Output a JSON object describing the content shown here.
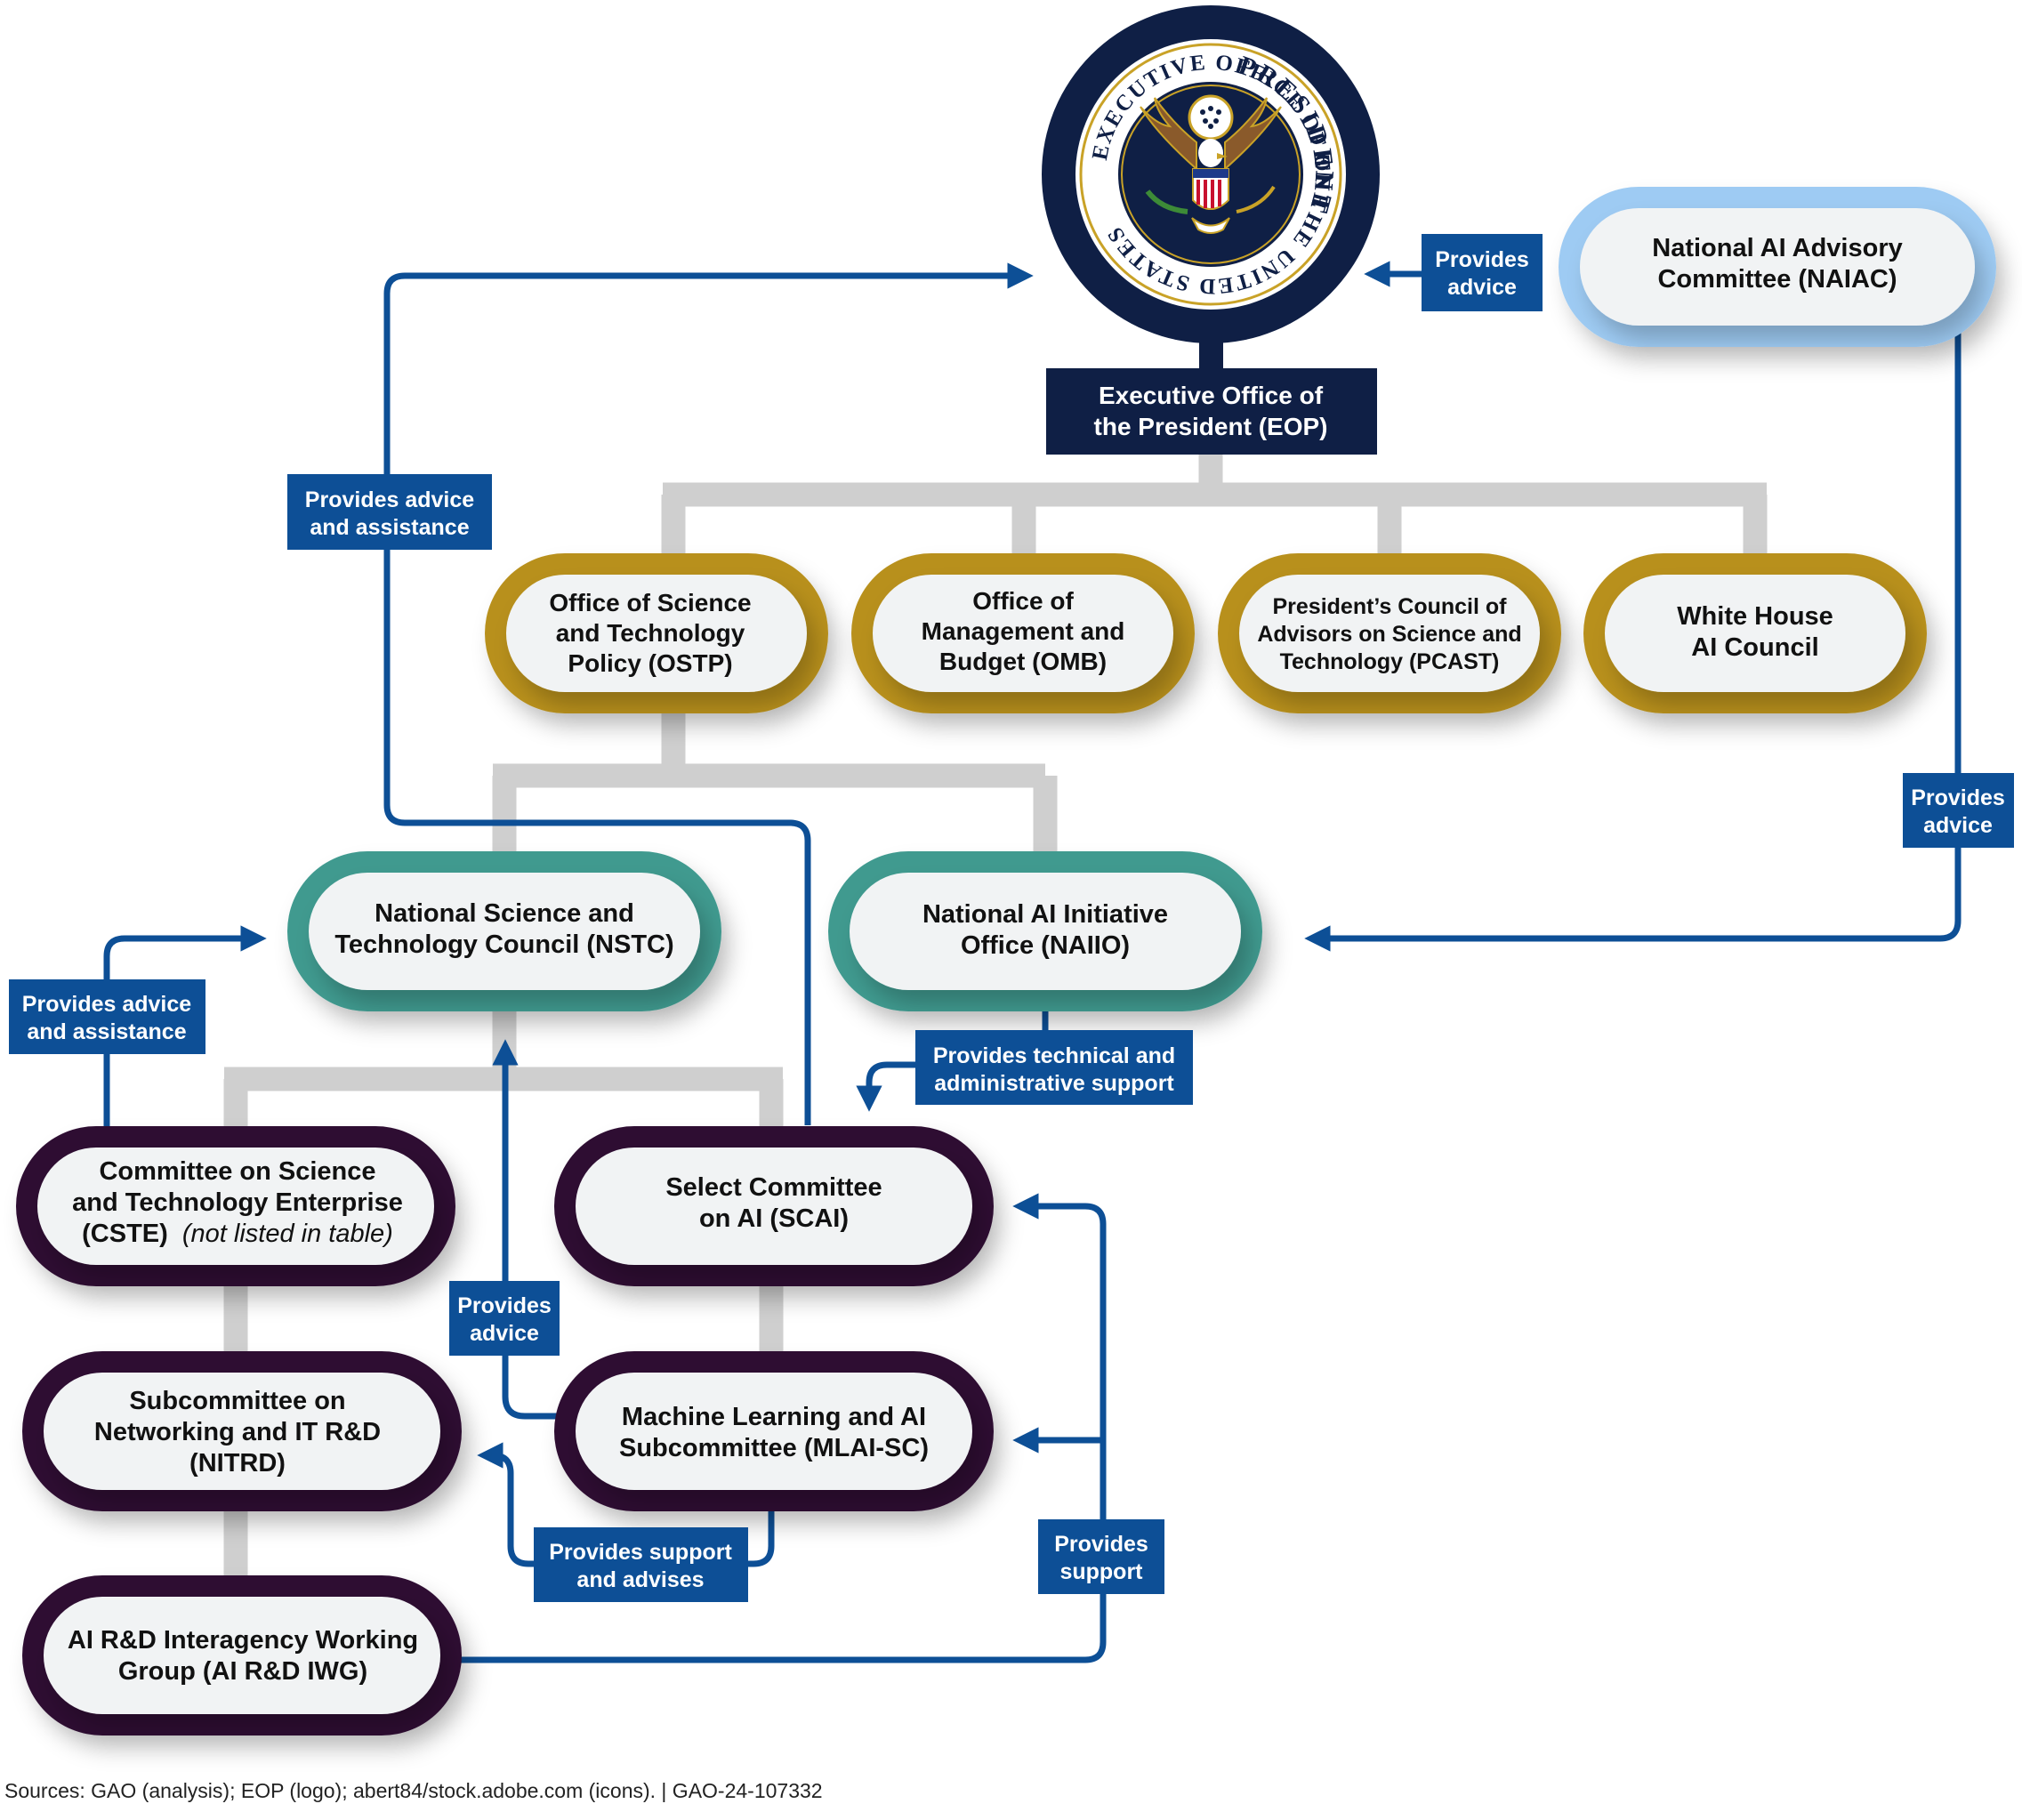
{
  "colors": {
    "navy": "#0f1f45",
    "arrow_blue": "#0d4f96",
    "label_blue": "#0d4f96",
    "connector_gray": "#cfcfcf",
    "gold": "#b8901f",
    "teal": "#3f9a8f",
    "plum": "#2f0f33",
    "light_blue": "#9ecbf3",
    "pill_fill": "#f1f3f4",
    "seal_gold": "#c9a227"
  },
  "seal": {
    "icon": "presidential-seal-icon",
    "ring_top": "PRESIDENT",
    "ring_left": "EXECUTIVE OFFICE OF THE",
    "ring_right": "OF THE UNITED STATES"
  },
  "eop": {
    "lines": [
      "Executive Office of",
      "the President (EOP)"
    ]
  },
  "nodes": {
    "naiac": {
      "lines": [
        "National AI Advisory",
        "Committee (NAIAC)"
      ]
    },
    "ostp": {
      "lines": [
        "Office of Science",
        "and Technology",
        "Policy (OSTP)"
      ]
    },
    "omb": {
      "lines": [
        "Office of",
        "Management and",
        "Budget (OMB)"
      ]
    },
    "pcast": {
      "lines": [
        "President’s Council of",
        "Advisors on Science and",
        "Technology (PCAST)"
      ]
    },
    "whaic": {
      "lines": [
        "White House",
        "AI Council"
      ]
    },
    "nstc": {
      "lines": [
        "National Science and",
        "Technology Council (NSTC)"
      ]
    },
    "naiio": {
      "lines": [
        "National AI Initiative",
        "Office (NAIIO)"
      ]
    },
    "cste": {
      "lines": [
        "Committee on Science",
        "and Technology Enterprise"
      ],
      "abbr": "(CSTE)",
      "note": "(not listed in table)"
    },
    "scai": {
      "lines": [
        "Select Committee",
        "on AI (SCAI)"
      ]
    },
    "nitrd": {
      "lines": [
        "Subcommittee on",
        "Networking and IT R&D",
        "(NITRD)"
      ]
    },
    "mlai": {
      "lines": [
        "Machine Learning and AI",
        "Subcommittee (MLAI-SC)"
      ]
    },
    "iwg": {
      "lines": [
        "AI R&D Interagency Working",
        "Group (AI R&D IWG)"
      ]
    }
  },
  "labels": {
    "naiac_advice": [
      "Provides",
      "advice"
    ],
    "ostp_advice": [
      "Provides advice",
      "and assistance"
    ],
    "naiac_to_naiio": [
      "Provides",
      "advice"
    ],
    "cste_advice": [
      "Provides advice",
      "and assistance"
    ],
    "naiio_support": [
      "Provides technical and",
      "administrative support"
    ],
    "mlai_advice": [
      "Provides",
      "advice"
    ],
    "mlai_support": [
      "Provides support",
      "and advises"
    ],
    "iwg_support": [
      "Provides",
      "support"
    ]
  },
  "footer": {
    "source": "Sources: GAO (analysis); EOP (logo); abert84/stock.adobe.com (icons).  |  GAO-24-107332"
  }
}
